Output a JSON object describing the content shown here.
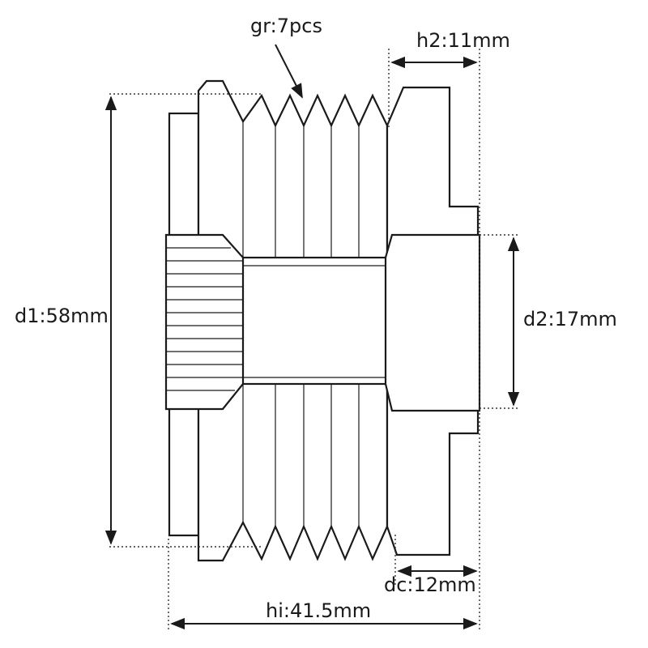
{
  "labels": {
    "gr": "gr:7pcs",
    "h2": "h2:11mm",
    "d1": "d1:58mm",
    "d2": "d2:17mm",
    "dc": "dc:12mm",
    "hi": "hi:41.5mm"
  },
  "colors": {
    "line": "#1a1a1a",
    "background": "#ffffff"
  }
}
